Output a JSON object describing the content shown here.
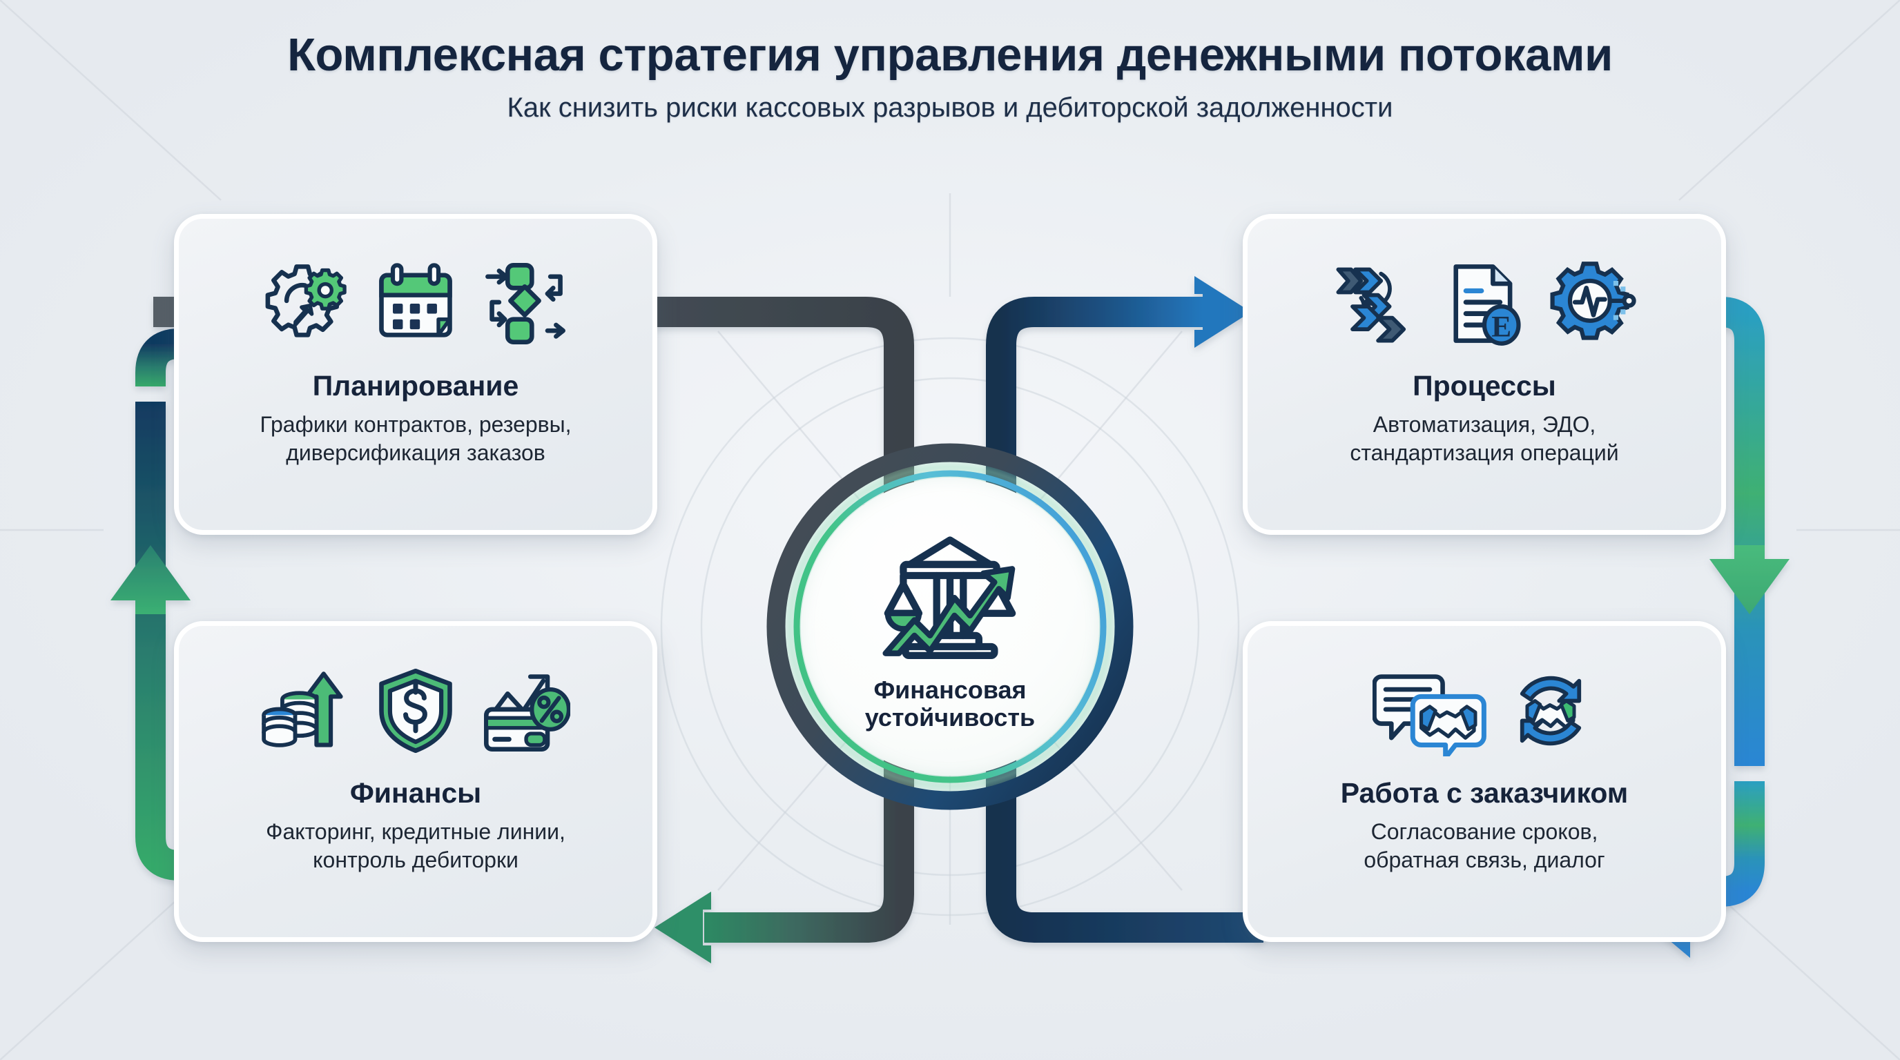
{
  "header": {
    "title": "Комплексная стратегия управления денежными потоками",
    "subtitle": "Как снизить риски кассовых разрывов и дебиторской задолженности"
  },
  "hub": {
    "label_line1": "Финансовая",
    "label_line2": "устойчивость",
    "icon": "bank-scales-growth-arrow-icon",
    "ring_outer_left_color": "#4a525a",
    "ring_outer_right_color": "#1b3e63",
    "ring_inner_left_color": "#3fbf7f",
    "ring_inner_right_color": "#2b8fd0"
  },
  "cards": [
    {
      "id": "planning",
      "title": "Планирование",
      "desc_line1": "Графики контрактов, резервы,",
      "desc_line2": "диверсификация заказов",
      "icons": [
        "gear-wrench-icon",
        "calendar-icon",
        "flowchart-icon"
      ],
      "accent": "#3cb878"
    },
    {
      "id": "processes",
      "title": "Процессы",
      "desc_line1": "Автоматизация, ЭДО,",
      "desc_line2": "стандартизация операций",
      "icons": [
        "chevron-flow-icon",
        "document-e-signature-icon",
        "gear-pulse-icon"
      ],
      "accent": "#2b86d4"
    },
    {
      "id": "finance",
      "title": "Финансы",
      "desc_line1": "Факторинг, кредитные линии,",
      "desc_line2": "контроль дебиторки",
      "icons": [
        "coins-growth-arrow-icon",
        "shield-dollar-icon",
        "credit-card-percent-icon"
      ],
      "accent": "#3cb878"
    },
    {
      "id": "customer",
      "title": "Работа с заказчиком",
      "desc_line1": "Согласование сроков,",
      "desc_line2": "обратная связь, диалог",
      "icons": [
        "chat-bubble-icon",
        "handshake-bubble-icon",
        "handshake-cycle-icon"
      ],
      "accent": "#2b86d4"
    }
  ],
  "connectors": [
    {
      "id": "hub-to-planning",
      "from": "hub",
      "to": "planning",
      "color_start": "#3d454d",
      "color_end": "#51585f",
      "direction": "left-up"
    },
    {
      "id": "hub-to-processes",
      "from": "hub",
      "to": "processes",
      "color_start": "#1a3b5e",
      "color_end": "#2274ba",
      "direction": "right-up"
    },
    {
      "id": "hub-to-finance",
      "from": "hub",
      "to": "finance",
      "color_start": "#3d454d",
      "color_end": "#2e8a6a",
      "direction": "left-down"
    },
    {
      "id": "hub-to-customer",
      "from": "hub",
      "to": "customer",
      "color_start": "#16314f",
      "color_end": "#1d456f",
      "direction": "right-down"
    },
    {
      "id": "finance-to-planning",
      "from": "finance",
      "to": "planning",
      "color_start": "#35a86a",
      "color_end": "#123a60",
      "direction": "outer-left-up"
    },
    {
      "id": "processes-to-customer",
      "from": "processes",
      "to": "customer",
      "color_start": "#2b9fc4",
      "color_end": "#2b86d4",
      "direction": "outer-right-down"
    }
  ],
  "theme": {
    "background": "#eceff3",
    "card_bg": "#edf1f4",
    "text_dark": "#16233a",
    "green": "#3cb878",
    "blue": "#2b86d4",
    "navy": "#16314f",
    "slate": "#4a525a"
  }
}
